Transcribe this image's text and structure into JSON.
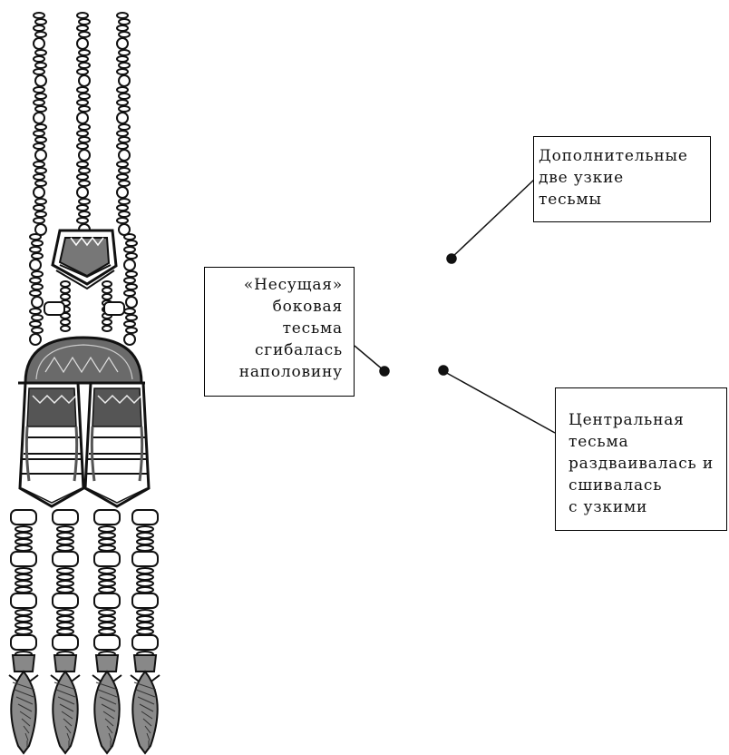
{
  "labels": {
    "extra_strips": [
      "Дополнительные",
      "две узкие",
      "тесьмы"
    ],
    "side_strip": [
      "«Несущая»",
      "боковая",
      "тесьма",
      "сгибалась",
      "наполовину"
    ],
    "central_strip": [
      "Центральная",
      "тесьма",
      "раздваивалась и",
      "сшивалась",
      "с узкими"
    ]
  },
  "colors": {
    "ink": "#111111",
    "paper": "#ffffff"
  }
}
